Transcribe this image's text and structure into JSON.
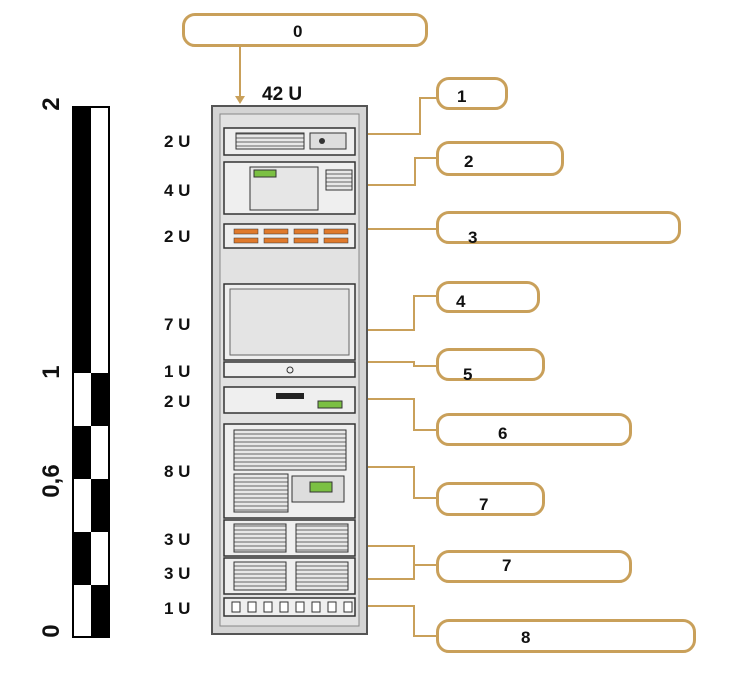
{
  "rack": {
    "total_units": "42 U",
    "unit_labels": [
      "2 U",
      "4 U",
      "2 U",
      "7 U",
      "1 U",
      "2 U",
      "8 U",
      "3 U",
      "3 U",
      "1 U"
    ]
  },
  "callouts": [
    "0",
    "1",
    "2",
    "3",
    "4",
    "5",
    "6",
    "7",
    "7",
    "8"
  ],
  "scale": {
    "labels": [
      "0",
      "0,6",
      "1",
      "2"
    ],
    "values": [
      0,
      0.6,
      1,
      2
    ]
  },
  "colors": {
    "callout_border": "#c9a05a",
    "rack_body": "#d9d9d9",
    "rack_outline": "#555555"
  }
}
